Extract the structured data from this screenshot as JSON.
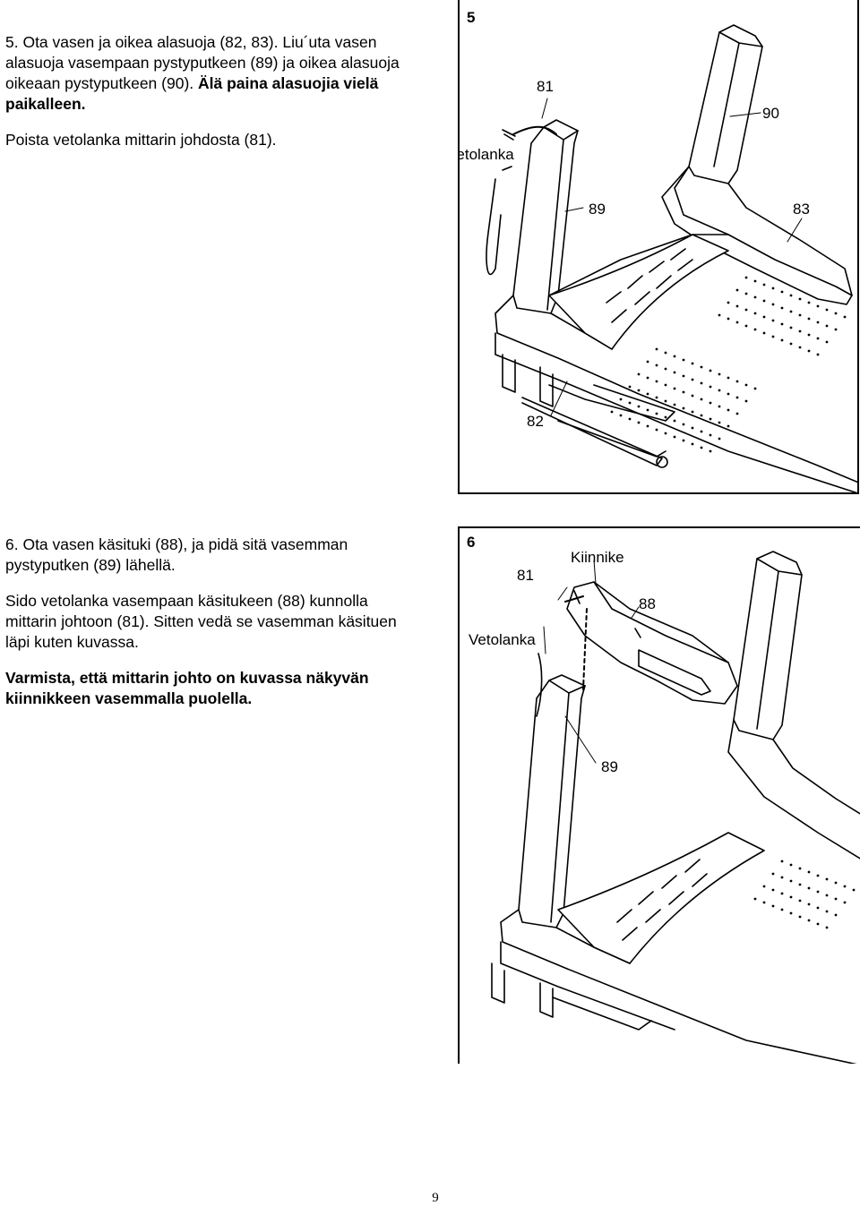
{
  "step5": {
    "instruction_1": "5. Ota vasen ja oikea alasuoja (82, 83).   Liu´uta vasen",
    "instruction_2": "alasuoja vasempaan pystyputkeen (89) ja oikea alasuoja",
    "instruction_3_normal": "oikeaan pystyputkeen (90). ",
    "instruction_3_bold": "Älä paina alasuojia vielä",
    "instruction_4_bold": "paikalleen.",
    "instruction_5": "Poista vetolanka mittarin johdosta (81).",
    "figure": {
      "number": "5",
      "callout_81": "81",
      "callout_90": "90",
      "callout_vetolanka": "Vetolanka",
      "callout_89": "89",
      "callout_83": "83",
      "callout_82": "82"
    }
  },
  "step6": {
    "instruction_1": "6. Ota vasen käsituki (88), ja pidä sitä vasemman",
    "instruction_2": "pystyputken (89) lähellä.",
    "instruction_3": "Sido vetolanka vasempaan käsitukeen (88) kunnolla",
    "instruction_4": "mittarin johtoon (81). Sitten vedä se vasemman käsituen",
    "instruction_5": "läpi kuten kuvassa.",
    "instruction_6_bold": "Varmista, että mittarin johto on kuvassa näkyvän",
    "instruction_7_bold": "kiinnikkeen vasemmalla puolella.",
    "figure": {
      "number": "6",
      "callout_kiinnike": "Kiinnike",
      "callout_81": "81",
      "callout_88": "88",
      "callout_vetolanka": "Vetolanka",
      "callout_89": "89"
    }
  },
  "page_number": "9"
}
